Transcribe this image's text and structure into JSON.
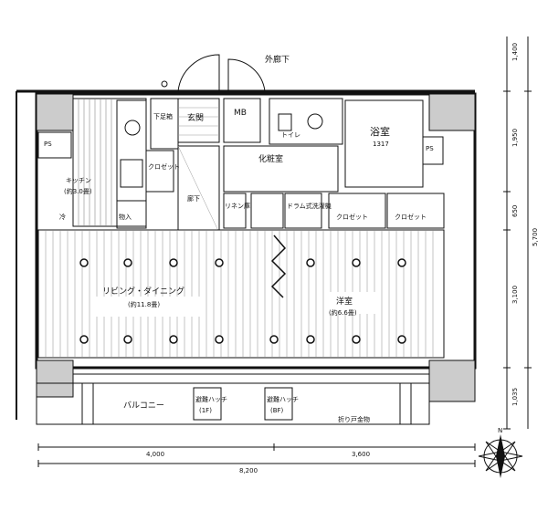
{
  "labels": {
    "corridor": "外廊下",
    "entrance": "玄関",
    "shoe_cabinet": "下足箱",
    "mb": "MB",
    "toilet": "トイレ",
    "bathroom": "浴室",
    "bath_size": "1317",
    "ps_left": "PS",
    "ps_right": "PS",
    "kitchen": "キッチン",
    "kitchen_size": "(約3.0畳)",
    "closet_left": "クロゼット",
    "hallway": "廊下",
    "washroom": "化粧室",
    "linen": "リネン庫",
    "wm_pan": "ドラム式洗濯機",
    "closet_a": "クロゼット",
    "closet_b": "クロゼット",
    "living": "リビング・ダイニング",
    "living_size": "(約11.8畳)",
    "western": "洋室",
    "western_size": "(約6.6畳)",
    "balcony": "バルコニー",
    "hatch_left": "避難ハッチ",
    "hatch_left_size": "(1F)",
    "hatch_right": "避難ハッチ",
    "hatch_right_size": "(BF)",
    "hinge": "折り戸金物",
    "fridge": "冷",
    "storage_small": "物入"
  },
  "dimensions": {
    "bottom_left": "4,000",
    "bottom_right": "3,600",
    "bottom_total": "8,200",
    "right_top": "1,400",
    "right_1": "1,950",
    "right_2": "650",
    "right_3": "3,100",
    "right_total": "5,700",
    "right_bottom": "1,035"
  },
  "compass": {
    "north": "N"
  }
}
